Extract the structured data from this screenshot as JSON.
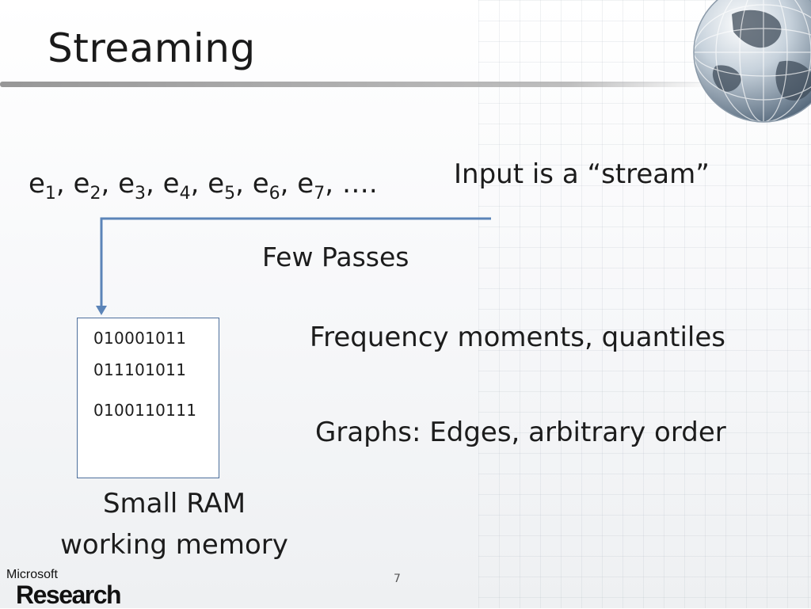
{
  "slide": {
    "title": "Streaming",
    "stream": {
      "base": "e",
      "subscripts": [
        "1",
        "2",
        "3",
        "4",
        "5",
        "6",
        "7"
      ],
      "separator": ", ",
      "ellipsis": ", …."
    },
    "input_label": "Input is a “stream”",
    "few_passes": "Few Passes",
    "memory_bits": [
      "010001011",
      "011101011",
      "0100110111"
    ],
    "points": [
      "Frequency moments, quantiles",
      "Graphs: Edges, arbitrary order"
    ],
    "ram_label_line1": "Small RAM",
    "ram_label_line2": "working memory",
    "page_number": "7"
  },
  "logo": {
    "line1": "Microsoft",
    "line2": "Research"
  },
  "colors": {
    "arrow": "#5b84b8",
    "box_border": "#4d6f9c",
    "title_rule": "#8c8c8c"
  }
}
